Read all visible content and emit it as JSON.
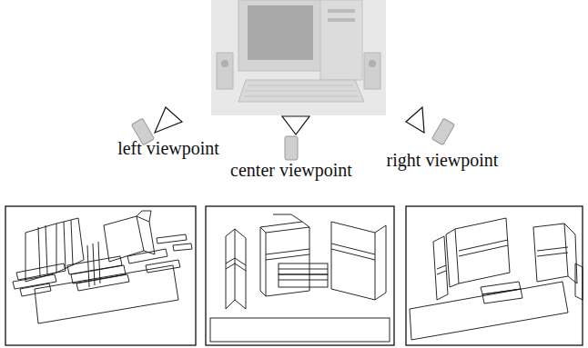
{
  "diagram": {
    "labels": [
      "left viewpoint",
      "center viewpoint",
      "right viewpoint"
    ]
  }
}
